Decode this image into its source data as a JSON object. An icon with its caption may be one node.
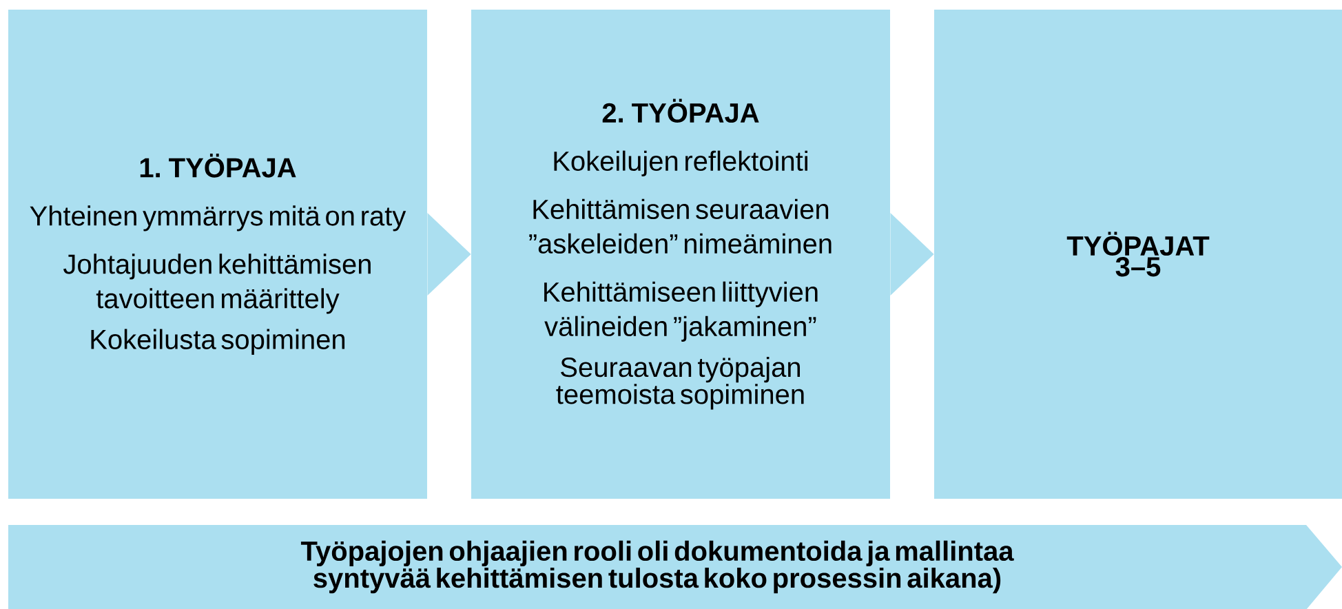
{
  "diagram": {
    "nodes": [
      {
        "text": [
          "1. TYÖPAJA",
          "Yhteinen ymmärrys mitä on raty",
          "Johtajuuden kehittämisen tavoitteen määrittely",
          "Kokeilusta sopiminen"
        ]
      },
      {
        "text": [
          "2. TYÖPAJA",
          "Kokeilujen reflektointi",
          "Kehittämisen seuraavien ”askeleiden” nimeäminen",
          "Kehittämiseen liittyvien välineiden ”jakaminen”",
          "Seuraavan työpajan teemoista sopiminen"
        ]
      },
      {
        "text": [
          "TYÖPAJAT 3–5"
        ]
      },
      {
        "text": [
          "Työpajojen ohjaajien rooli oli dokumentoida ja mallintaa syntyvää kehittämisen tulosta koko prosessin aikana)"
        ]
      }
    ],
    "edges": [
      {
        "from": 0,
        "to": 1,
        "arrow": "to"
      },
      {
        "from": 1,
        "to": 2,
        "arrow": "to"
      }
    ]
  }
}
